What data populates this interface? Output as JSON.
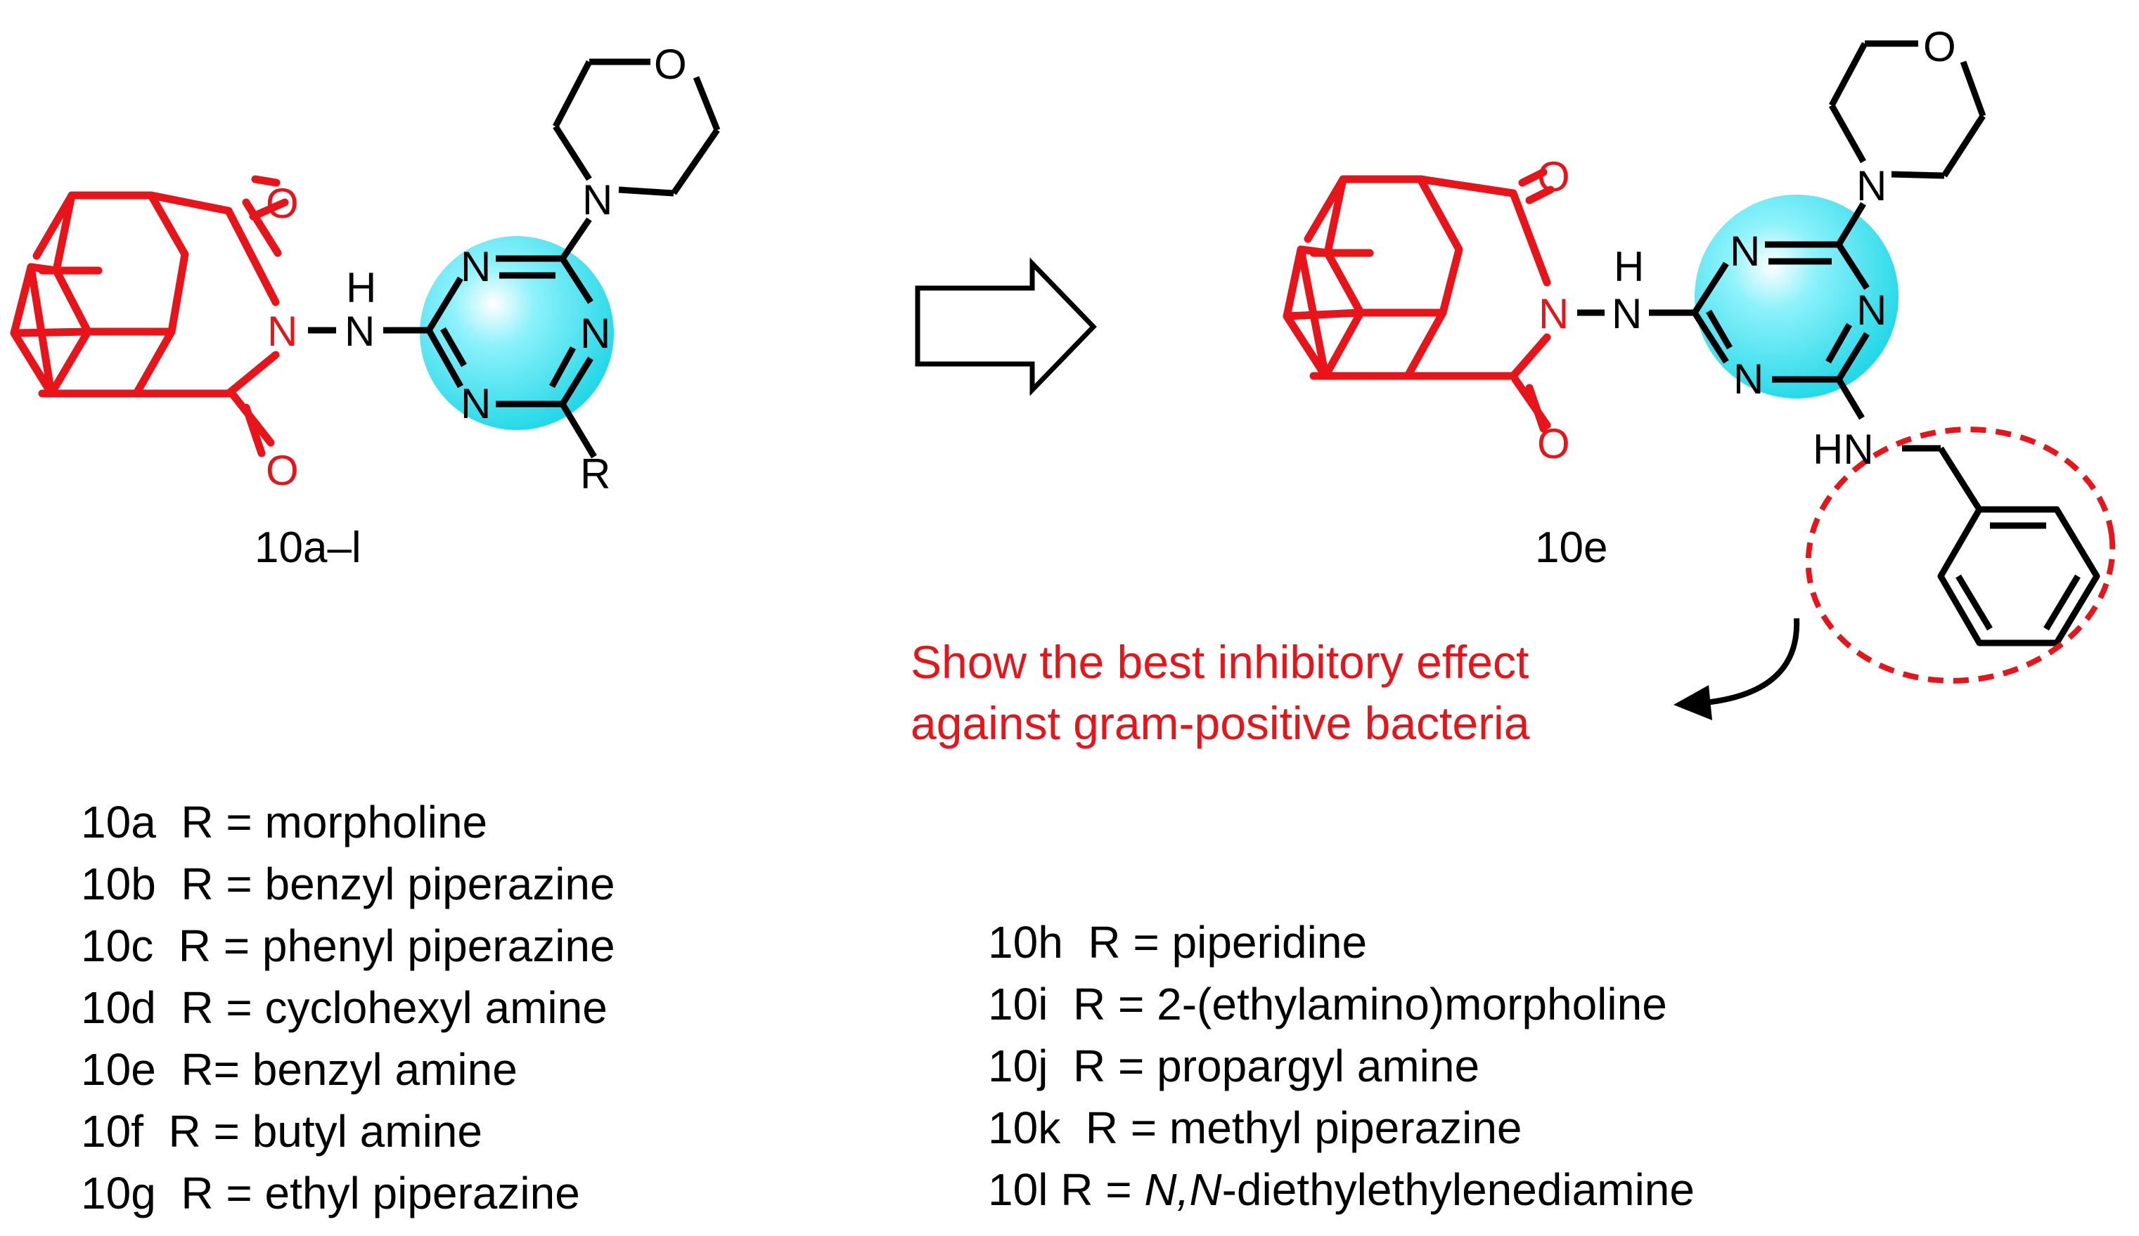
{
  "colors": {
    "scaffold": "#e8141a",
    "bond": "#000000",
    "highlight": "#2bd9e8"
  },
  "icons": {
    "arrow": "hollow-right-arrow-icon",
    "curved_arrow": "curved-arrow-icon"
  },
  "left_structure": {
    "caption": "10a–l",
    "atoms": {
      "o_top": "O",
      "o_bottom": "O",
      "n_imide": "N",
      "h": "H",
      "n_h": "N",
      "n1": "N",
      "n2": "N",
      "n3": "N",
      "n_morph": "N",
      "o_morph": "O",
      "r": "R"
    }
  },
  "right_structure": {
    "caption": "10e",
    "atoms": {
      "o_top": "O",
      "o_bottom": "O",
      "n_imide": "N",
      "h": "H",
      "n_h": "N",
      "n1": "N",
      "n2": "N",
      "n3": "N",
      "n_morph": "N",
      "o_morph": "O",
      "hn": "HN"
    }
  },
  "annotation": {
    "line1": "Show the best inhibitory effect",
    "line2": "against gram-positive bacteria"
  },
  "compounds_left": [
    "10a  R = morpholine",
    "10b  R = benzyl piperazine",
    "10c  R = phenyl piperazine",
    "10d  R = cyclohexyl amine",
    "10e  R= benzyl amine",
    "10f  R = butyl amine",
    "10g  R = ethyl piperazine"
  ],
  "compounds_right": [
    "10h  R = piperidine",
    "10i  R = 2-(ethylamino)morpholine",
    "10j  R = propargyl amine",
    "10k  R = methyl piperazine"
  ],
  "compound_last": {
    "prefix": "10l R = ",
    "italic": "N,N",
    "suffix": "-diethylethylenediamine"
  }
}
